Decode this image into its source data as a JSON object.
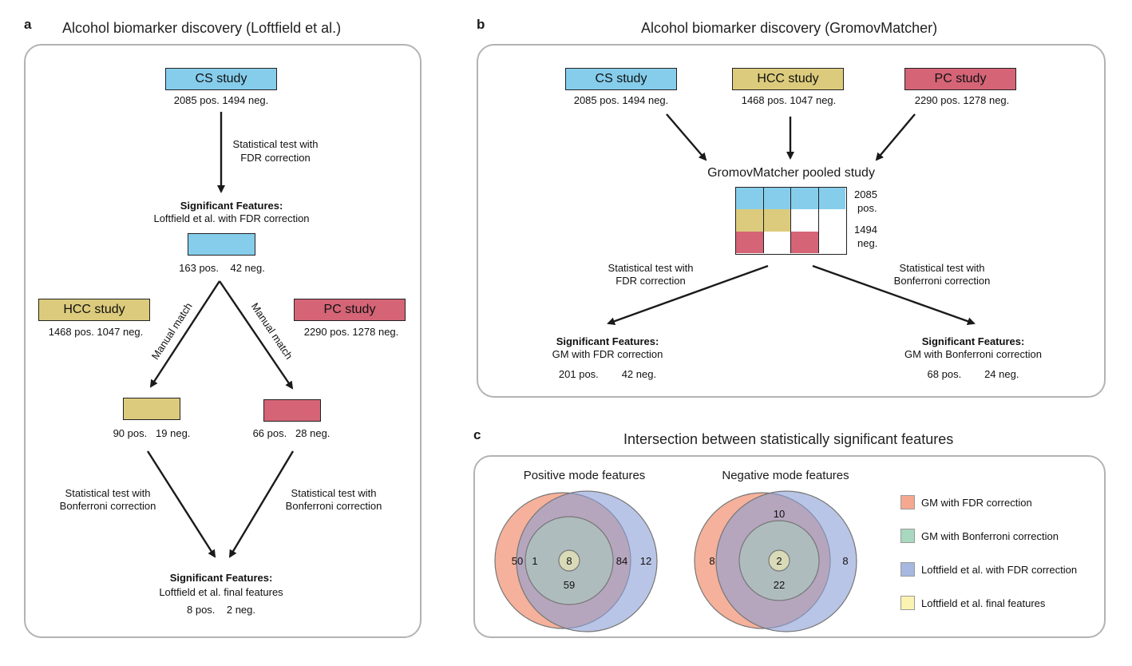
{
  "panel_a": {
    "letter": "a",
    "title": "Alcohol biomarker discovery (Loftfield et al.)",
    "cs": {
      "label": "CS study",
      "counts": "2085 pos.  1494 neg."
    },
    "hcc": {
      "label": "HCC study",
      "counts": "1468 pos.  1047 neg."
    },
    "pc": {
      "label": "PC study",
      "counts": "2290 pos.  1278 neg."
    },
    "test_fdr": [
      "Statistical test with",
      "FDR correction"
    ],
    "sig1_head": "Significant Features:",
    "sig1_sub": "Loftfield et al. with FDR correction",
    "sig1_counts": "163 pos.    42 neg.",
    "manual_match": "Manual match",
    "hcc_match_counts": "90 pos.   19 neg.",
    "pc_match_counts": "66 pos.   28 neg.",
    "test_bonf": [
      "Statistical test with",
      "Bonferroni correction"
    ],
    "final_head": "Significant Features:",
    "final_sub": "Loftfield et al. final features",
    "final_counts": "8 pos.    2 neg."
  },
  "panel_b": {
    "letter": "b",
    "title": "Alcohol biomarker discovery (GromovMatcher)",
    "cs": {
      "label": "CS study",
      "counts": "2085 pos.  1494 neg."
    },
    "hcc": {
      "label": "HCC study",
      "counts": "1468 pos.  1047 neg."
    },
    "pc": {
      "label": "PC study",
      "counts": "2290 pos.  1278 neg."
    },
    "pooled_title": "GromovMatcher pooled study",
    "pooled_pos": [
      "2085",
      "pos."
    ],
    "pooled_neg": [
      "1494",
      "neg."
    ],
    "test_fdr": [
      "Statistical test with",
      "FDR correction"
    ],
    "test_bonf": [
      "Statistical test with",
      "Bonferroni correction"
    ],
    "left_head": "Significant Features:",
    "left_sub": "GM with FDR correction",
    "left_counts": "201 pos.        42 neg.",
    "right_head": "Significant Features:",
    "right_sub": "GM with Bonferroni correction",
    "right_counts": "68 pos.        24 neg."
  },
  "panel_c": {
    "letter": "c",
    "title": "Intersection between statistically significant features",
    "positive": {
      "title": "Positive mode features",
      "gm_fdr_only": "50",
      "gm_fdr_only_inner": "1",
      "core": "8",
      "bonf_ring": "59",
      "overlap": "84",
      "loft_only": "12"
    },
    "negative": {
      "title": "Negative mode features",
      "gm_fdr_only": "8",
      "top": "10",
      "core": "2",
      "bonf_ring": "22",
      "loft_only": "8"
    },
    "legend": [
      {
        "label": "GM with FDR correction",
        "color": "#f4a890"
      },
      {
        "label": "GM with Bonferroni correction",
        "color": "#a8d8bf"
      },
      {
        "label": "Loftfield et al. with FDR correction",
        "color": "#a7b8e0"
      },
      {
        "label": "Loftfield et al. final features",
        "color": "#fbf3b1"
      }
    ]
  }
}
